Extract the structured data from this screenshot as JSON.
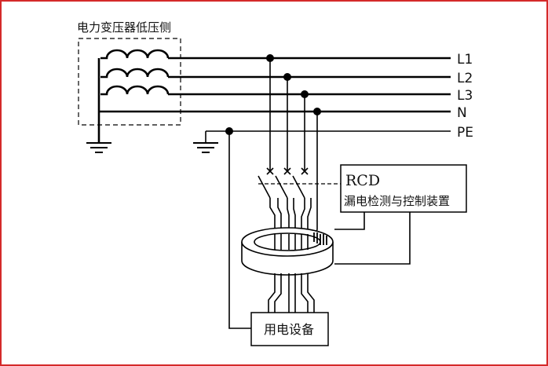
{
  "transformer": {
    "label": "电力变压器低压侧"
  },
  "lines": [
    {
      "id": "l1",
      "label": "L1"
    },
    {
      "id": "l2",
      "label": "L2"
    },
    {
      "id": "l3",
      "label": "L3"
    },
    {
      "id": "n",
      "label": "N"
    },
    {
      "id": "pe",
      "label": "PE"
    }
  ],
  "rcd": {
    "title": "RCD",
    "subtitle": "漏电检测与控制装置"
  },
  "equipment": {
    "label": "用电设备"
  },
  "colors": {
    "border": "#d42a2a",
    "wire": "#000000"
  }
}
